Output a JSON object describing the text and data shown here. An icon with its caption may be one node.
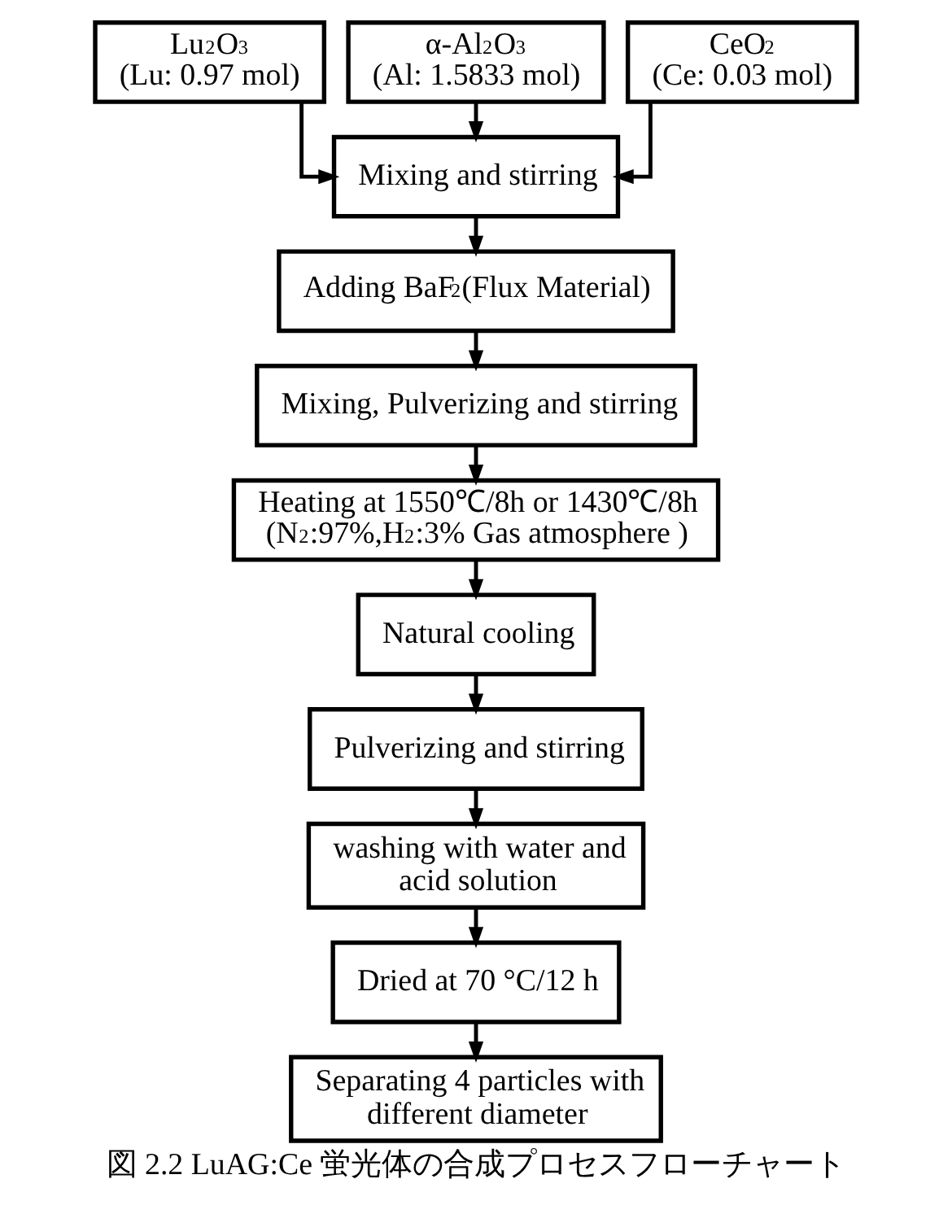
{
  "diagram": {
    "caption": "図 2.2 LuAG:Ce 蛍光体の合成プロセスフローチャート",
    "nodes": [
      {
        "text": [
          "Lu$_{2}$O$_{3}$",
          "(Lu: 0.97 mol)"
        ]
      },
      {
        "text": [
          "α-Al$_{2}$O$_{3}$",
          "(Al: 1.5833 mol)"
        ]
      },
      {
        "text": [
          "CeO$_{2}$",
          "(Ce: 0.03 mol)"
        ]
      },
      {
        "text": [
          "Mixing and stirring"
        ]
      },
      {
        "text": [
          "Adding BaF$_{2}$(Flux Material)"
        ]
      },
      {
        "text": [
          "Mixing, Pulverizing and stirring"
        ]
      },
      {
        "text": [
          "Heating at 1550℃/8h or 1430℃/8h (N$_{2}$:97%,H$_{2}$:3% Gas atmosphere )"
        ]
      },
      {
        "text": [
          "Natural cooling"
        ]
      },
      {
        "text": [
          "Pulverizing and stirring"
        ]
      },
      {
        "text": [
          "washing with water and acid solution"
        ]
      },
      {
        "text": [
          "Dried at 70 °C/12 h"
        ]
      },
      {
        "text": [
          "Separating 4 particles with different diameter"
        ]
      }
    ],
    "edges": [
      {
        "from": 0,
        "to": 3,
        "arrow": "to"
      },
      {
        "from": 1,
        "to": 3,
        "arrow": "to"
      },
      {
        "from": 2,
        "to": 3,
        "arrow": "to"
      },
      {
        "from": 3,
        "to": 4,
        "arrow": "to"
      },
      {
        "from": 4,
        "to": 5,
        "arrow": "to"
      },
      {
        "from": 5,
        "to": 6,
        "arrow": "to"
      },
      {
        "from": 6,
        "to": 7,
        "arrow": "to"
      },
      {
        "from": 7,
        "to": 8,
        "arrow": "to"
      },
      {
        "from": 8,
        "to": 9,
        "arrow": "to"
      },
      {
        "from": 9,
        "to": 10,
        "arrow": "to"
      },
      {
        "from": 10,
        "to": 11,
        "arrow": "to"
      }
    ]
  }
}
